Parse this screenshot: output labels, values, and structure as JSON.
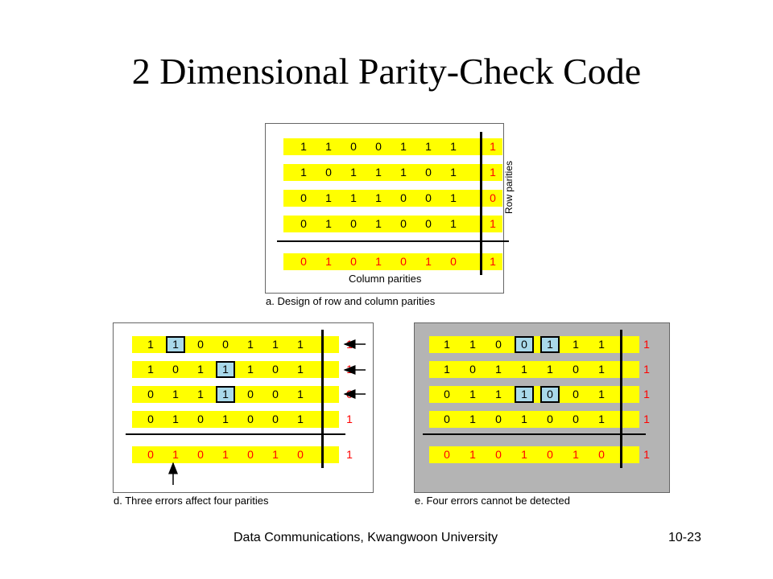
{
  "title": "2 Dimensional Parity-Check Code",
  "panel_a": {
    "rows": [
      [
        "1",
        "1",
        "0",
        "0",
        "1",
        "1",
        "1"
      ],
      [
        "1",
        "0",
        "1",
        "1",
        "1",
        "0",
        "1"
      ],
      [
        "0",
        "1",
        "1",
        "1",
        "0",
        "0",
        "1"
      ],
      [
        "0",
        "1",
        "0",
        "1",
        "0",
        "0",
        "1"
      ]
    ],
    "row_parities": [
      "1",
      "1",
      "0",
      "1"
    ],
    "column_parities": [
      "0",
      "1",
      "0",
      "1",
      "0",
      "1",
      "0"
    ],
    "corner": "1",
    "row_parities_label": "Row parities",
    "column_parities_label": "Column parities",
    "caption": "a. Design of row and column parities"
  },
  "panel_d": {
    "rows": [
      [
        "1",
        "1",
        "0",
        "0",
        "1",
        "1",
        "1"
      ],
      [
        "1",
        "0",
        "1",
        "1",
        "1",
        "0",
        "1"
      ],
      [
        "0",
        "1",
        "1",
        "1",
        "0",
        "0",
        "1"
      ],
      [
        "0",
        "1",
        "0",
        "1",
        "0",
        "0",
        "1"
      ]
    ],
    "row_parities": [
      "1",
      "1",
      "0",
      "1"
    ],
    "column_parities": [
      "0",
      "1",
      "0",
      "1",
      "0",
      "1",
      "0"
    ],
    "corner": "1",
    "caption": "d. Three errors affect four parities"
  },
  "panel_e": {
    "rows": [
      [
        "1",
        "1",
        "0",
        "0",
        "1",
        "1",
        "1"
      ],
      [
        "1",
        "0",
        "1",
        "1",
        "1",
        "0",
        "1"
      ],
      [
        "0",
        "1",
        "1",
        "1",
        "0",
        "0",
        "1"
      ],
      [
        "0",
        "1",
        "0",
        "1",
        "0",
        "0",
        "1"
      ]
    ],
    "row_parities": [
      "1",
      "1",
      "1",
      "1"
    ],
    "column_parities": [
      "0",
      "1",
      "0",
      "1",
      "0",
      "1",
      "0"
    ],
    "corner": "1",
    "caption": "e. Four errors cannot be detected"
  },
  "footer": {
    "left": "Data Communications, Kwangwoon University",
    "right": "10-23"
  },
  "colors": {
    "row_fill": "#ffff00",
    "parity_text": "#ff0000",
    "error_highlight": "#a9d9ea",
    "panel_e_background": "#b4b4b4"
  }
}
